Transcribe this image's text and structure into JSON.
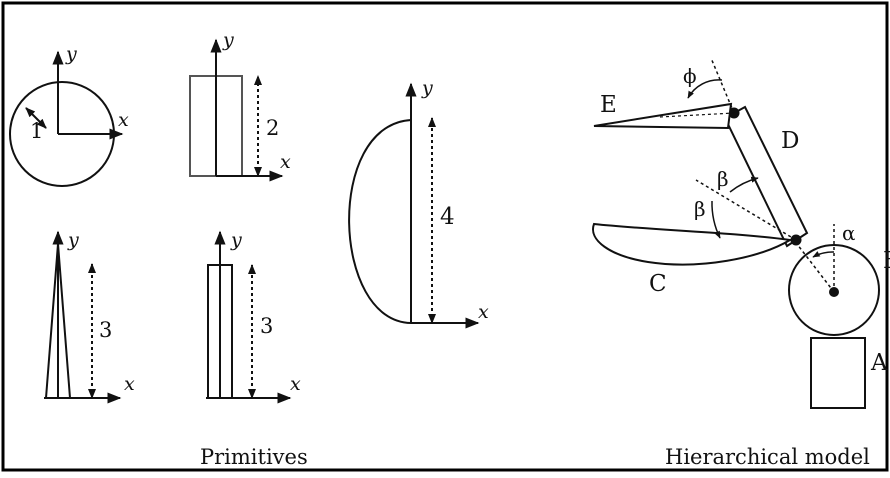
{
  "captions": {
    "left": "Primitives",
    "right": "Hierarchical model"
  },
  "axes": {
    "x": "x",
    "y": "y"
  },
  "primitives": {
    "circle_radius_label": "1",
    "rectangle_height_label": "2",
    "triangle_height_label": "3",
    "thin_rect_height_label": "3",
    "lens_height_label": "4"
  },
  "model": {
    "part_A": "A",
    "part_B": "B",
    "part_C": "C",
    "part_D": "D",
    "part_E": "E",
    "angle_alpha": "α",
    "angle_beta_1": "β",
    "angle_beta_2": "β",
    "angle_phi": "ϕ"
  },
  "colors": {
    "line": "#111111",
    "frame": "#000000",
    "background": "#ffffff"
  }
}
